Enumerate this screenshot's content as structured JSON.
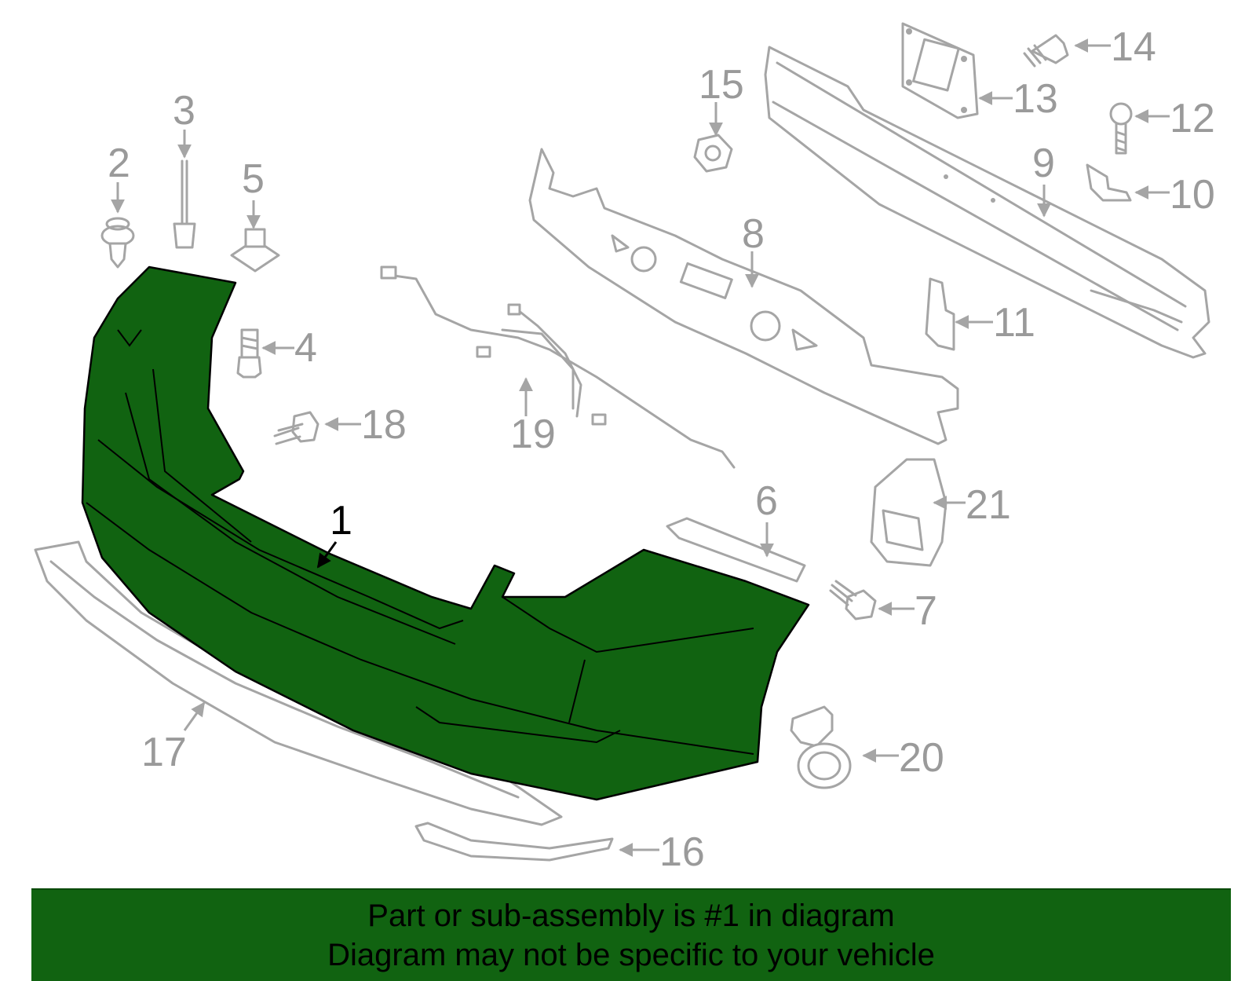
{
  "banner": {
    "line1": "Part or sub-assembly is #1 in diagram",
    "line2": "Diagram may not be specific to your vehicle"
  },
  "callouts": [
    "1",
    "2",
    "3",
    "4",
    "5",
    "6",
    "7",
    "8",
    "9",
    "10",
    "11",
    "12",
    "13",
    "14",
    "15",
    "16",
    "17",
    "18",
    "19",
    "20",
    "21"
  ],
  "highlighted_part": "1",
  "colors": {
    "highlight_fill": "#116311",
    "banner_bg": "#116311",
    "part_outline": "#a5a5a5",
    "callout_text": "#9a9a9a"
  }
}
